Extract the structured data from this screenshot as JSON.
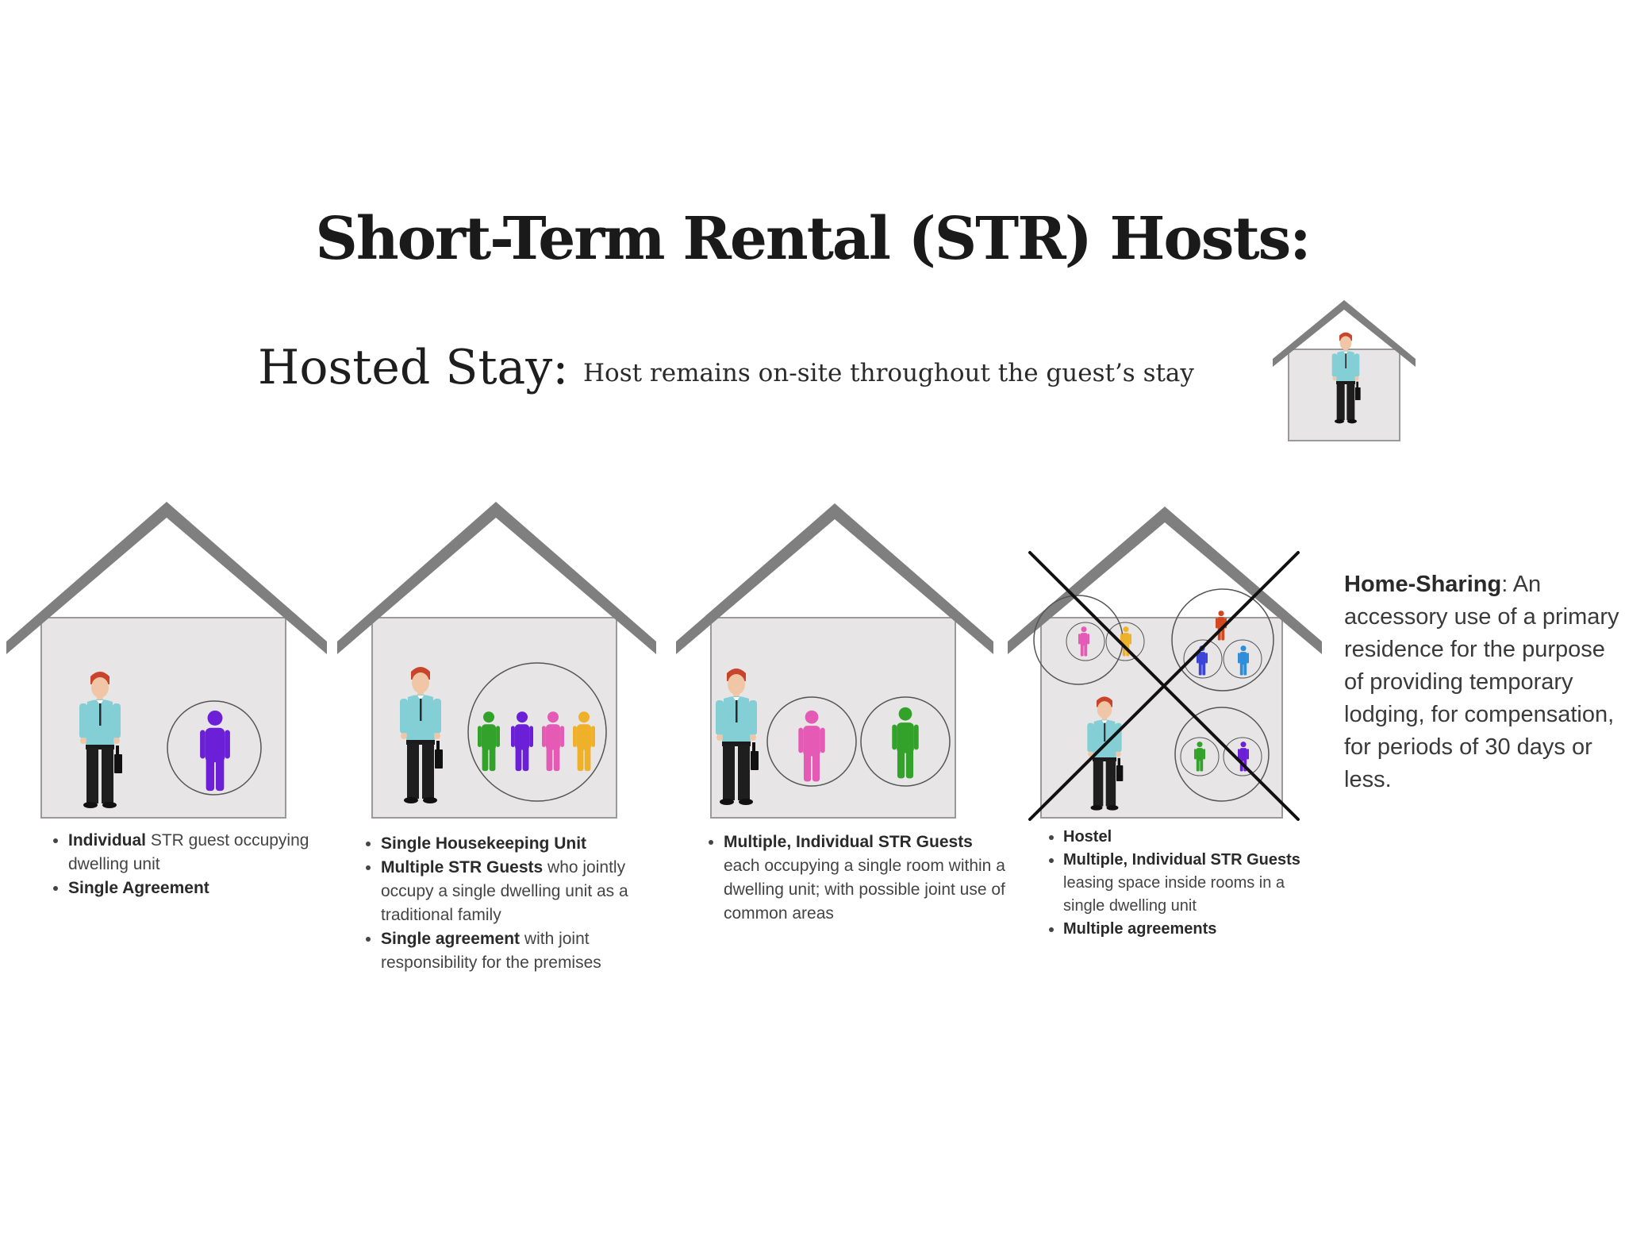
{
  "title": "Short-Term Rental (STR) Hosts:",
  "hosted_stay": {
    "label": "Hosted Stay:",
    "description": "Host remains on-site throughout the guest’s stay"
  },
  "colors": {
    "roof": "#7f7f7f",
    "house_fill": "#e7e5e6",
    "guest_purple": "#6b1fd6",
    "guest_green": "#33a22a",
    "guest_pink": "#e55ab4",
    "guest_orange": "#f0b12a",
    "guest_red": "#d3461e",
    "guest_blue": "#3a45d8",
    "guest_lightblue": "#2e8ed8",
    "host_shirt": "#84cfd6",
    "cross": "#111111"
  },
  "scenarios": [
    {
      "bullets": [
        {
          "bold": "Individual",
          "rest": " STR guest occupying dwelling unit"
        },
        {
          "bold": "Single Agreement",
          "rest": ""
        }
      ]
    },
    {
      "bullets": [
        {
          "bold": "Single Housekeeping Unit",
          "rest": ""
        },
        {
          "bold": "Multiple STR Guests",
          "rest": " who jointly occupy a single dwelling unit as a traditional family"
        },
        {
          "bold": "Single agreement",
          "rest": " with joint responsibility for the premises"
        }
      ]
    },
    {
      "bullets": [
        {
          "bold": "Multiple, Individual STR Guests",
          "rest": " each occupying a single room within a dwelling unit; with possible joint use of common areas"
        }
      ]
    },
    {
      "crossed_out": true,
      "bullets": [
        {
          "bold": "Hostel",
          "rest": ""
        },
        {
          "bold": "Multiple, Individual STR Guests",
          "rest": " leasing space inside rooms in a single dwelling unit"
        },
        {
          "bold": "Multiple agreements",
          "rest": ""
        }
      ]
    }
  ],
  "home_sharing": {
    "term": "Home-Sharing",
    "definition": ": An accessory use of a primary residence for the purpose of providing temporary lodging, for compensation, for periods of 30 days or less."
  }
}
